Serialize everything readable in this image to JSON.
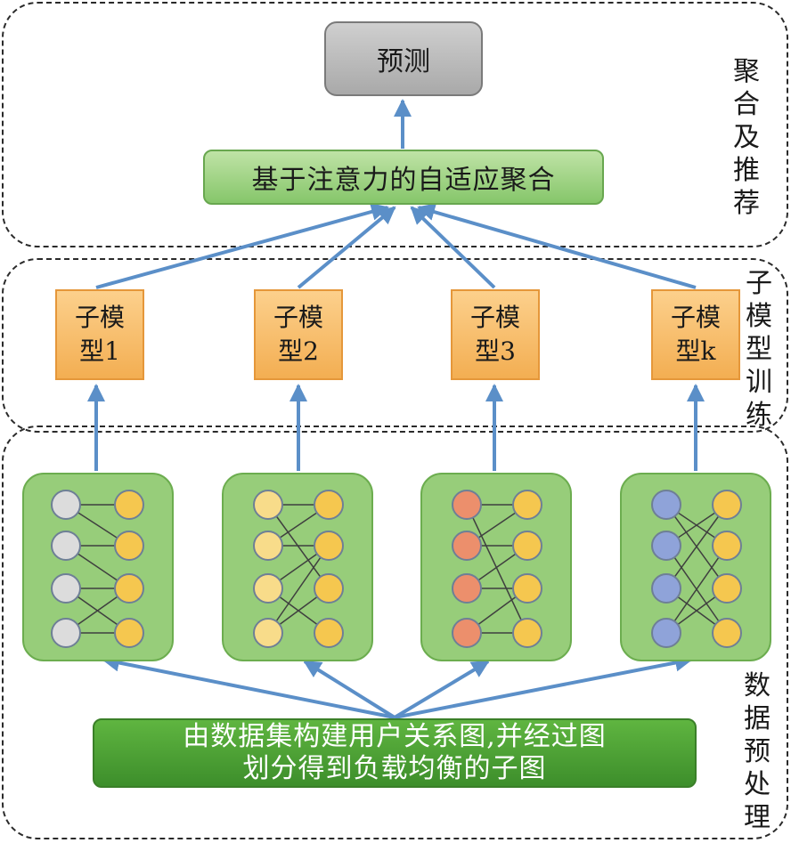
{
  "predict": {
    "label": "预测"
  },
  "aggregation": {
    "label": "基于注意力的自适应聚合"
  },
  "regions": {
    "top": {
      "label": "聚合及推荐"
    },
    "middle": {
      "label": "子模型训练"
    },
    "bottom": {
      "label": "数据预处理"
    }
  },
  "submodels": [
    {
      "line1": "子模",
      "line2": "型1"
    },
    {
      "line1": "子模",
      "line2": "型2"
    },
    {
      "line1": "子模",
      "line2": "型3"
    },
    {
      "line1": "子模",
      "line2": "型k"
    }
  ],
  "subgraphs": [
    {
      "left_color": "#dcdcdc",
      "right_color": "#f5c74f"
    },
    {
      "left_color": "#f8dc8a",
      "right_color": "#f5c74f"
    },
    {
      "left_color": "#ec8f6c",
      "right_color": "#f5c74f"
    },
    {
      "left_color": "#8fa3d9",
      "right_color": "#f5c74f"
    }
  ],
  "data_box": {
    "line1": "由数据集构建用户关系图,并经过图",
    "line2": "划分得到负载均衡的子图"
  },
  "colors": {
    "arrow": "#5b8fc8",
    "edge": "#3f3f3f",
    "node_stroke": "#6e7f96"
  }
}
